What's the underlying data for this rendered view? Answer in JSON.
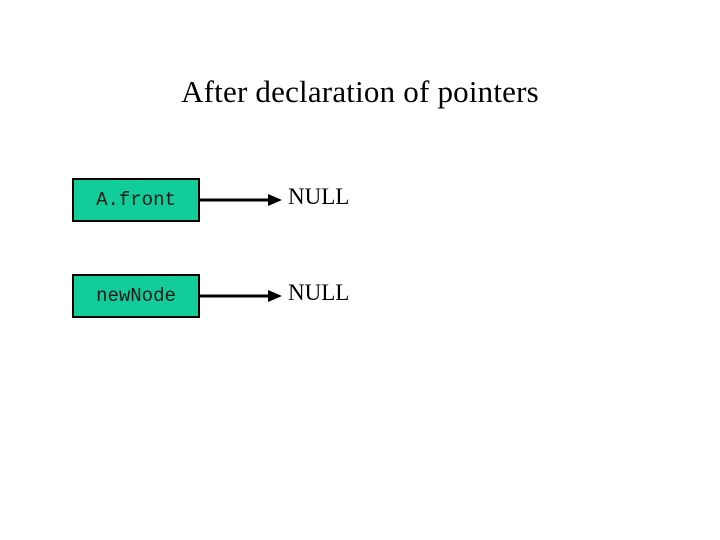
{
  "slide": {
    "background_color": "#ffffff",
    "title": "After declaration of pointers"
  },
  "theme": {
    "box_fill": "#12cc99",
    "box_border": "#000000",
    "box_text": "#1a1a1a",
    "arrow_color": "#000000",
    "title_color": "#000000",
    "null_text_color": "#000000"
  },
  "diagram": {
    "type": "pointer-diagram",
    "rows": [
      {
        "id": "a-front",
        "box_label": "A.front",
        "connector": "arrow-right",
        "target_label": "NULL"
      },
      {
        "id": "newnode",
        "box_label": "newNode",
        "connector": "arrow-right",
        "target_label": "NULL"
      }
    ]
  }
}
